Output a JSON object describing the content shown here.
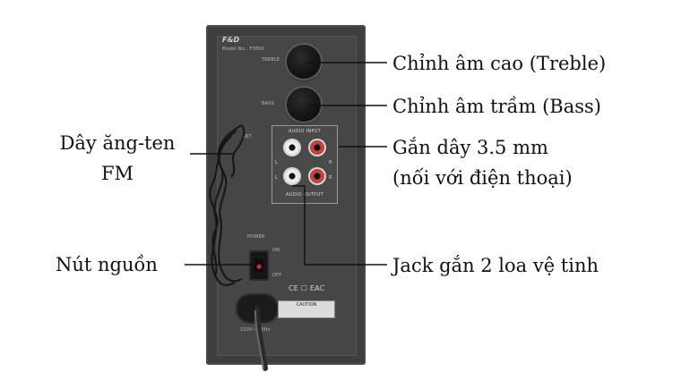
{
  "labels": {
    "treble": "Chỉnh âm cao (Treble)",
    "bass": "Chỉnh âm trầm (Bass)",
    "input_line1": "Gắn dây 3.5 mm",
    "input_line2": "(nối với điện thoại)",
    "satellite": "Jack gắn 2 loa vệ tinh",
    "antenna_line1": "Dây ăng-ten",
    "antenna_line2": "FM",
    "power": "Nút nguồn"
  },
  "panel_text": {
    "brand": "F&D",
    "model": "Model No.: F380X",
    "treble": "TREBLE",
    "bass": "BASS",
    "ant": "ANT",
    "audio_input": "AUDIO INPUT",
    "audio_output": "AUDIO OUTPUT",
    "jack_l": "L",
    "jack_r": "R",
    "ch_l": "L",
    "ch_r": "R",
    "power": "POWER",
    "on": "ON",
    "off": "OFF",
    "mains": "220V~/50Hz",
    "caution": "CAUTION",
    "certifications": "CE  ☐  EAC"
  },
  "colors": {
    "panel": "#3e3e3e",
    "leader_line": "#111111",
    "red_jack": "#c5433c",
    "white_jack": "#eeeeee"
  }
}
